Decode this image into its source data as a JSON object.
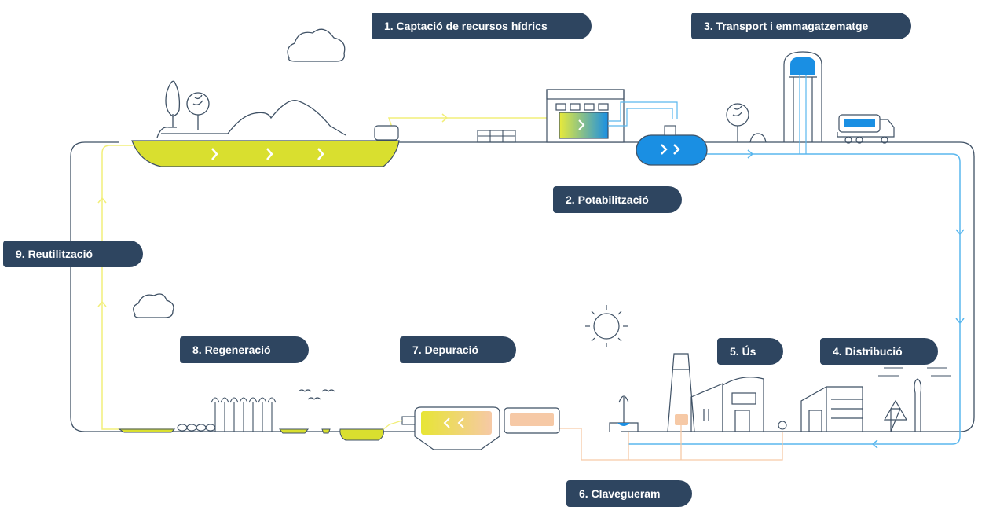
{
  "colors": {
    "label_bg": "#2e4560",
    "label_text": "#ffffff",
    "raw_water": "#d9df2f",
    "raw_water_line": "#f2ef7a",
    "drinking_water": "#1a8fe3",
    "drinking_water_line": "#5ab7ee",
    "wastewater": "#f6c9a6",
    "outline": "#3f5165"
  },
  "steps": [
    {
      "id": "captacio",
      "text": "1. Captació de recursos hídrics"
    },
    {
      "id": "potabilitzacio",
      "text": "2. Potabilització"
    },
    {
      "id": "transport",
      "text": "3. Transport i emmagatzematge"
    },
    {
      "id": "distribucio",
      "text": "4. Distribució"
    },
    {
      "id": "us",
      "text": "5. Ús"
    },
    {
      "id": "clavegueram",
      "text": "6. Clavegueram"
    },
    {
      "id": "depuracio",
      "text": "7. Depuració"
    },
    {
      "id": "regeneracio",
      "text": "8. Regeneració"
    },
    {
      "id": "reutilitzacio",
      "text": "9. Reutilització"
    }
  ],
  "icons": [
    "cloud-icon",
    "tree-icon",
    "hills-icon",
    "reservoir-icon",
    "treatment-plant-icon",
    "water-tank-icon",
    "water-tower-icon",
    "tanker-truck-icon",
    "sun-icon",
    "factory-icon",
    "house-icon",
    "fountain-icon",
    "crops-icon",
    "birds-icon",
    "wastewater-plant-icon",
    "flow-arrow-icon"
  ]
}
